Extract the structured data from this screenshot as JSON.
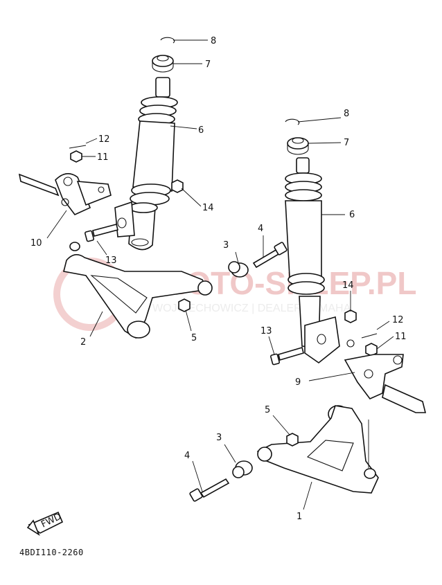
{
  "diagram": {
    "drawing_code": "4BDI110-2260",
    "fwd_label": "FWD",
    "watermark_main": "MOTO-SKLEP.PL",
    "watermark_sub": "WOJCIECHOWICZ | DEALER YAMAHA",
    "callouts": {
      "left": [
        "8",
        "7",
        "6",
        "12",
        "11",
        "14",
        "10",
        "13",
        "3",
        "4",
        "2",
        "5"
      ],
      "right": [
        "8",
        "7",
        "6",
        "14",
        "12",
        "13",
        "11",
        "9",
        "5",
        "3",
        "4",
        "1"
      ]
    }
  }
}
